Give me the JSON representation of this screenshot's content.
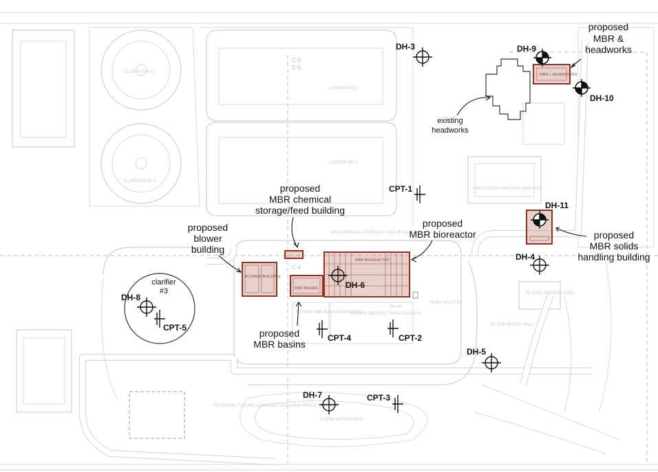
{
  "callouts": {
    "mbr_headworks": "proposed MBR & headworks",
    "existing_headworks": "existing headworks",
    "chemical_building": "proposed MBR chemical storage/feed building",
    "bioreactor": "proposed MBR bioreactor",
    "blower_building": "proposed blower building",
    "basins": "proposed MBR basins",
    "solids_building": "proposed MBR solids handling building",
    "clarifier": "clarifier #3"
  },
  "borings": [
    {
      "id": "DH-3",
      "type": "drill-hole",
      "style": "open"
    },
    {
      "id": "DH-9",
      "type": "drill-hole",
      "style": "filled"
    },
    {
      "id": "DH-10",
      "type": "drill-hole",
      "style": "filled"
    },
    {
      "id": "DH-11",
      "type": "drill-hole",
      "style": "filled"
    },
    {
      "id": "DH-4",
      "type": "drill-hole",
      "style": "open"
    },
    {
      "id": "DH-6",
      "type": "drill-hole",
      "style": "open"
    },
    {
      "id": "DH-8",
      "type": "drill-hole",
      "style": "open"
    },
    {
      "id": "DH-5",
      "type": "drill-hole",
      "style": "open"
    },
    {
      "id": "DH-7",
      "type": "drill-hole",
      "style": "open"
    },
    {
      "id": "CPT-1",
      "type": "cone-penetration-test"
    },
    {
      "id": "CPT-2",
      "type": "cone-penetration-test"
    },
    {
      "id": "CPT-3",
      "type": "cone-penetration-test"
    },
    {
      "id": "CPT-4",
      "type": "cone-penetration-test"
    },
    {
      "id": "CPT-5",
      "type": "cone-penetration-test"
    }
  ],
  "basemap_labels": {
    "lagoon_1": "LAGOON NO.1",
    "lagoon_2": "LAGOON NO.2",
    "clarifier_1": "CLARIFIER NO.1",
    "clarifier_2": "CLARIFIER NO.2",
    "c2": "C-2",
    "c5": "C-5",
    "c4": "C-4",
    "mbr_headworks": "MBR + HEADWORKS",
    "mbr_chemical": "MBR CHEMICAL STORAGE/ FEED BUILDING",
    "blower": "BLOWER BUILDING",
    "mbr_basins": "MBR BASINS",
    "mbr_bioreactor": "MBR BIOREACTOR",
    "future_basin": "FUTURE MBR BASIN EXPANSION",
    "future_bioreactor": "FUTURE BIOREACTOR EXPANSION",
    "flow_splitter": "FLOW SPLITTER",
    "mbr_solids": "MBR SOLIDS HANDLING BUILDING",
    "sludge_area": "SLUDGE HOLDING AREA",
    "cmu_wall": "42\" CMU BLOCK WALL",
    "aop_site": "POTENTIAL FUTURE ADVANCED OXIDATION PROCESSES SITE",
    "storm_pond": "STORM WATER POND",
    "dh_ref": "DH-4B"
  },
  "colors": {
    "proposed_fill": "#b06658",
    "proposed_outline": "#9b2e1e",
    "basemap": "#d9d9d9",
    "symbols": "#111111"
  }
}
